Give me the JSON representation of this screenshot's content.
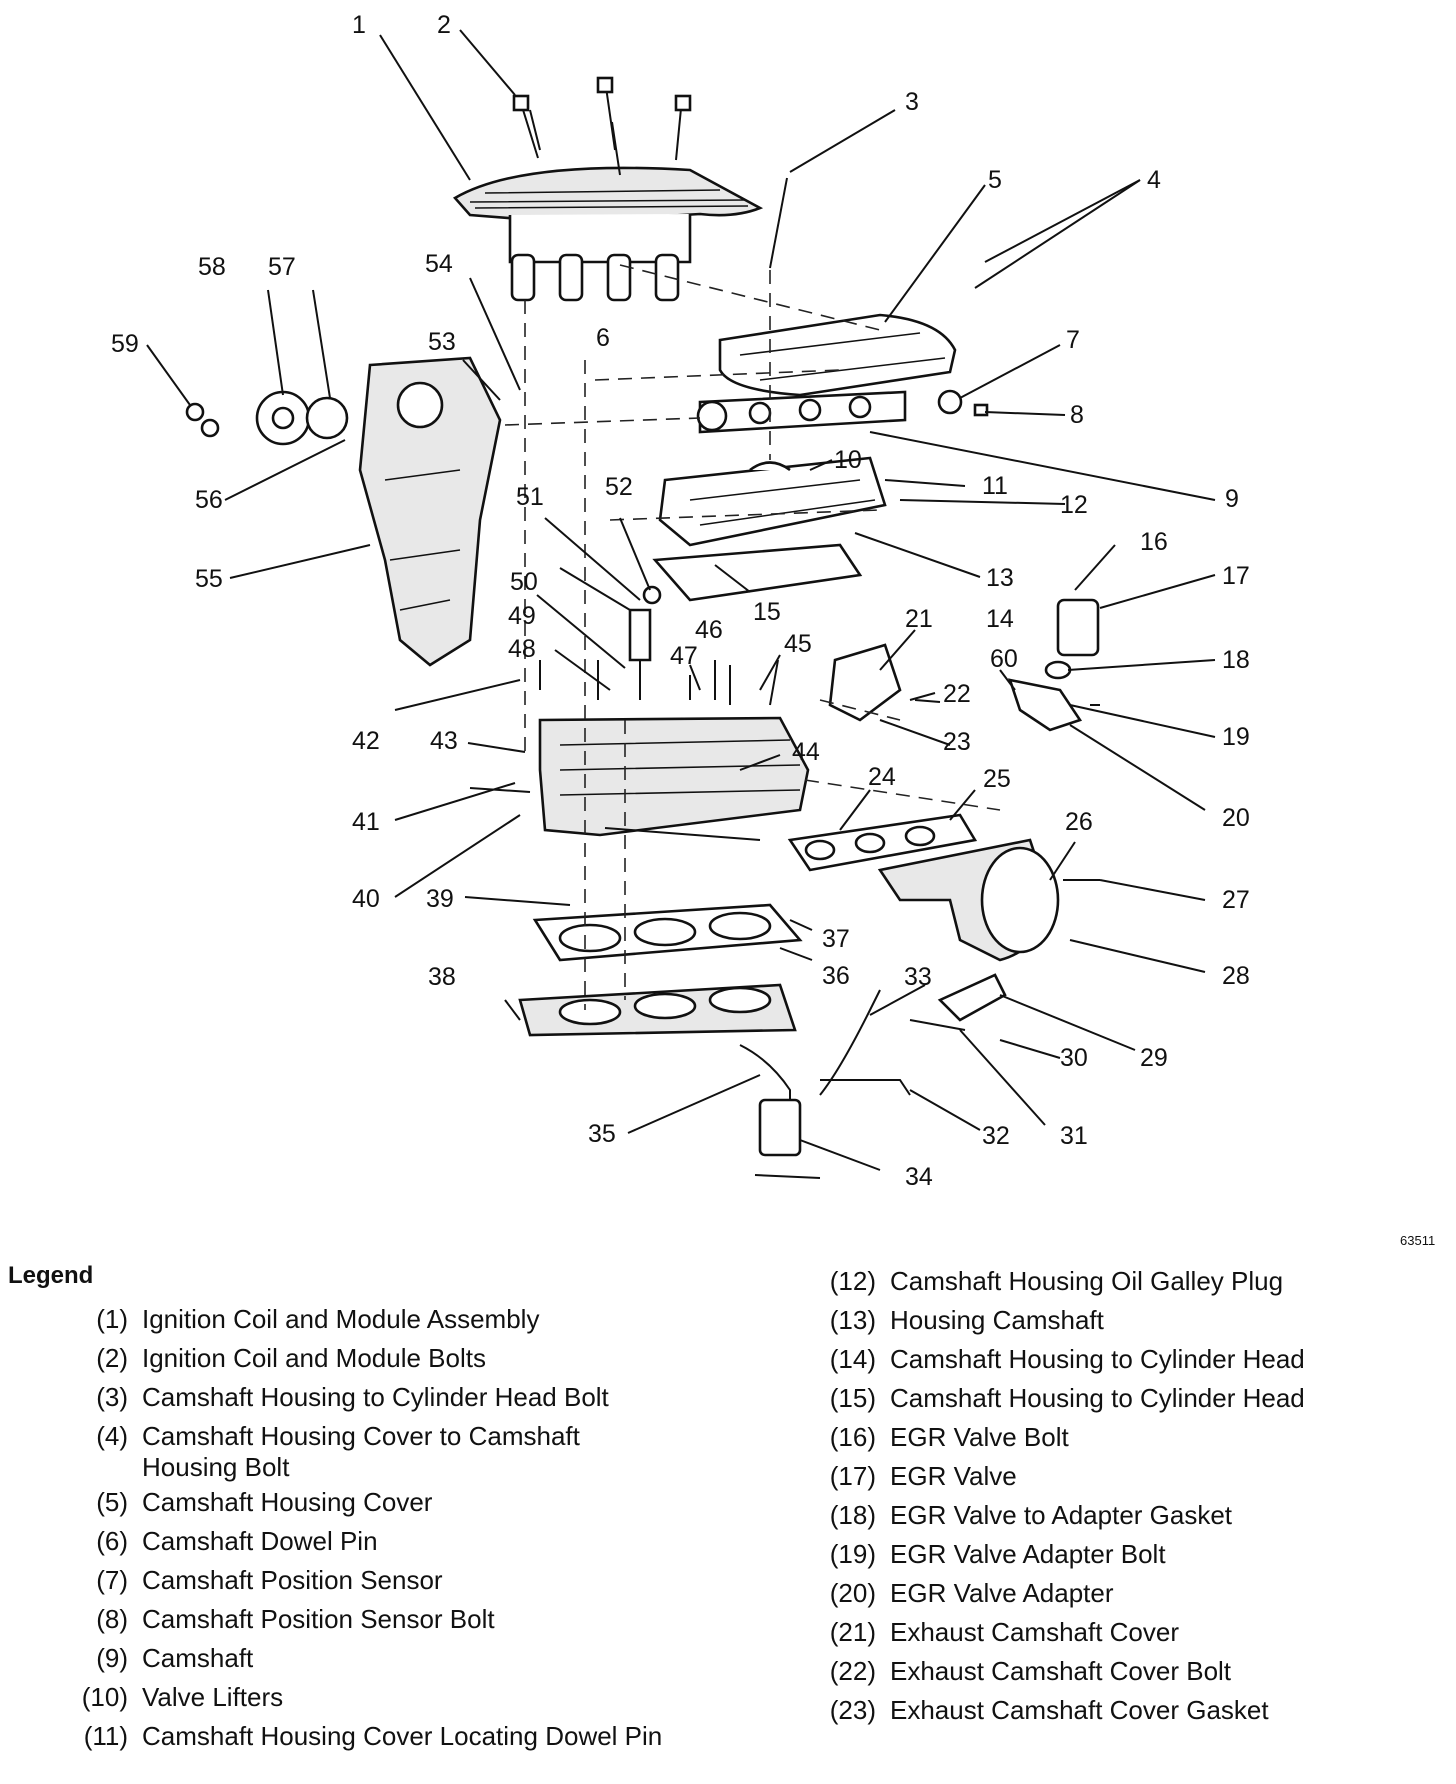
{
  "figure_id": "63511",
  "legend": {
    "title": "Legend",
    "left": [
      {
        "num": "(1)",
        "text": "Ignition Coil and Module Assembly"
      },
      {
        "num": "(2)",
        "text": "Ignition Coil and Module Bolts"
      },
      {
        "num": "(3)",
        "text": "Camshaft Housing to Cylinder Head Bolt"
      },
      {
        "num": "(4)",
        "text": "Camshaft Housing Cover to Camshaft Housing Bolt"
      },
      {
        "num": "(5)",
        "text": "Camshaft Housing Cover"
      },
      {
        "num": "(6)",
        "text": "Camshaft Dowel Pin"
      },
      {
        "num": "(7)",
        "text": "Camshaft Position Sensor"
      },
      {
        "num": "(8)",
        "text": "Camshaft Position Sensor Bolt"
      },
      {
        "num": "(9)",
        "text": "Camshaft"
      },
      {
        "num": "(10)",
        "text": "Valve Lifters"
      },
      {
        "num": "(11)",
        "text": "Camshaft Housing Cover Locating Dowel Pin"
      }
    ],
    "right": [
      {
        "num": "(12)",
        "text": "Camshaft Housing Oil Galley Plug"
      },
      {
        "num": "(13)",
        "text": "Housing Camshaft"
      },
      {
        "num": "(14)",
        "text": "Camshaft Housing to Cylinder Head"
      },
      {
        "num": "(15)",
        "text": "Camshaft Housing to Cylinder Head"
      },
      {
        "num": "(16)",
        "text": "EGR Valve Bolt"
      },
      {
        "num": "(17)",
        "text": "EGR Valve"
      },
      {
        "num": "(18)",
        "text": "EGR Valve to Adapter Gasket"
      },
      {
        "num": "(19)",
        "text": "EGR Valve Adapter Bolt"
      },
      {
        "num": "(20)",
        "text": "EGR Valve Adapter"
      },
      {
        "num": "(21)",
        "text": "Exhaust Camshaft Cover"
      },
      {
        "num": "(22)",
        "text": "Exhaust Camshaft Cover Bolt"
      },
      {
        "num": "(23)",
        "text": "Exhaust Camshaft Cover Gasket"
      }
    ]
  },
  "callouts": [
    "1",
    "2",
    "3",
    "4",
    "5",
    "6",
    "7",
    "8",
    "9",
    "10",
    "11",
    "12",
    "13",
    "14",
    "15",
    "16",
    "17",
    "18",
    "19",
    "20",
    "21",
    "22",
    "23",
    "24",
    "25",
    "26",
    "27",
    "28",
    "29",
    "30",
    "31",
    "32",
    "33",
    "34",
    "35",
    "36",
    "37",
    "38",
    "39",
    "40",
    "41",
    "42",
    "43",
    "44",
    "45",
    "46",
    "47",
    "48",
    "49",
    "50",
    "51",
    "52",
    "53",
    "54",
    "55",
    "56",
    "57",
    "58",
    "59",
    "60"
  ]
}
